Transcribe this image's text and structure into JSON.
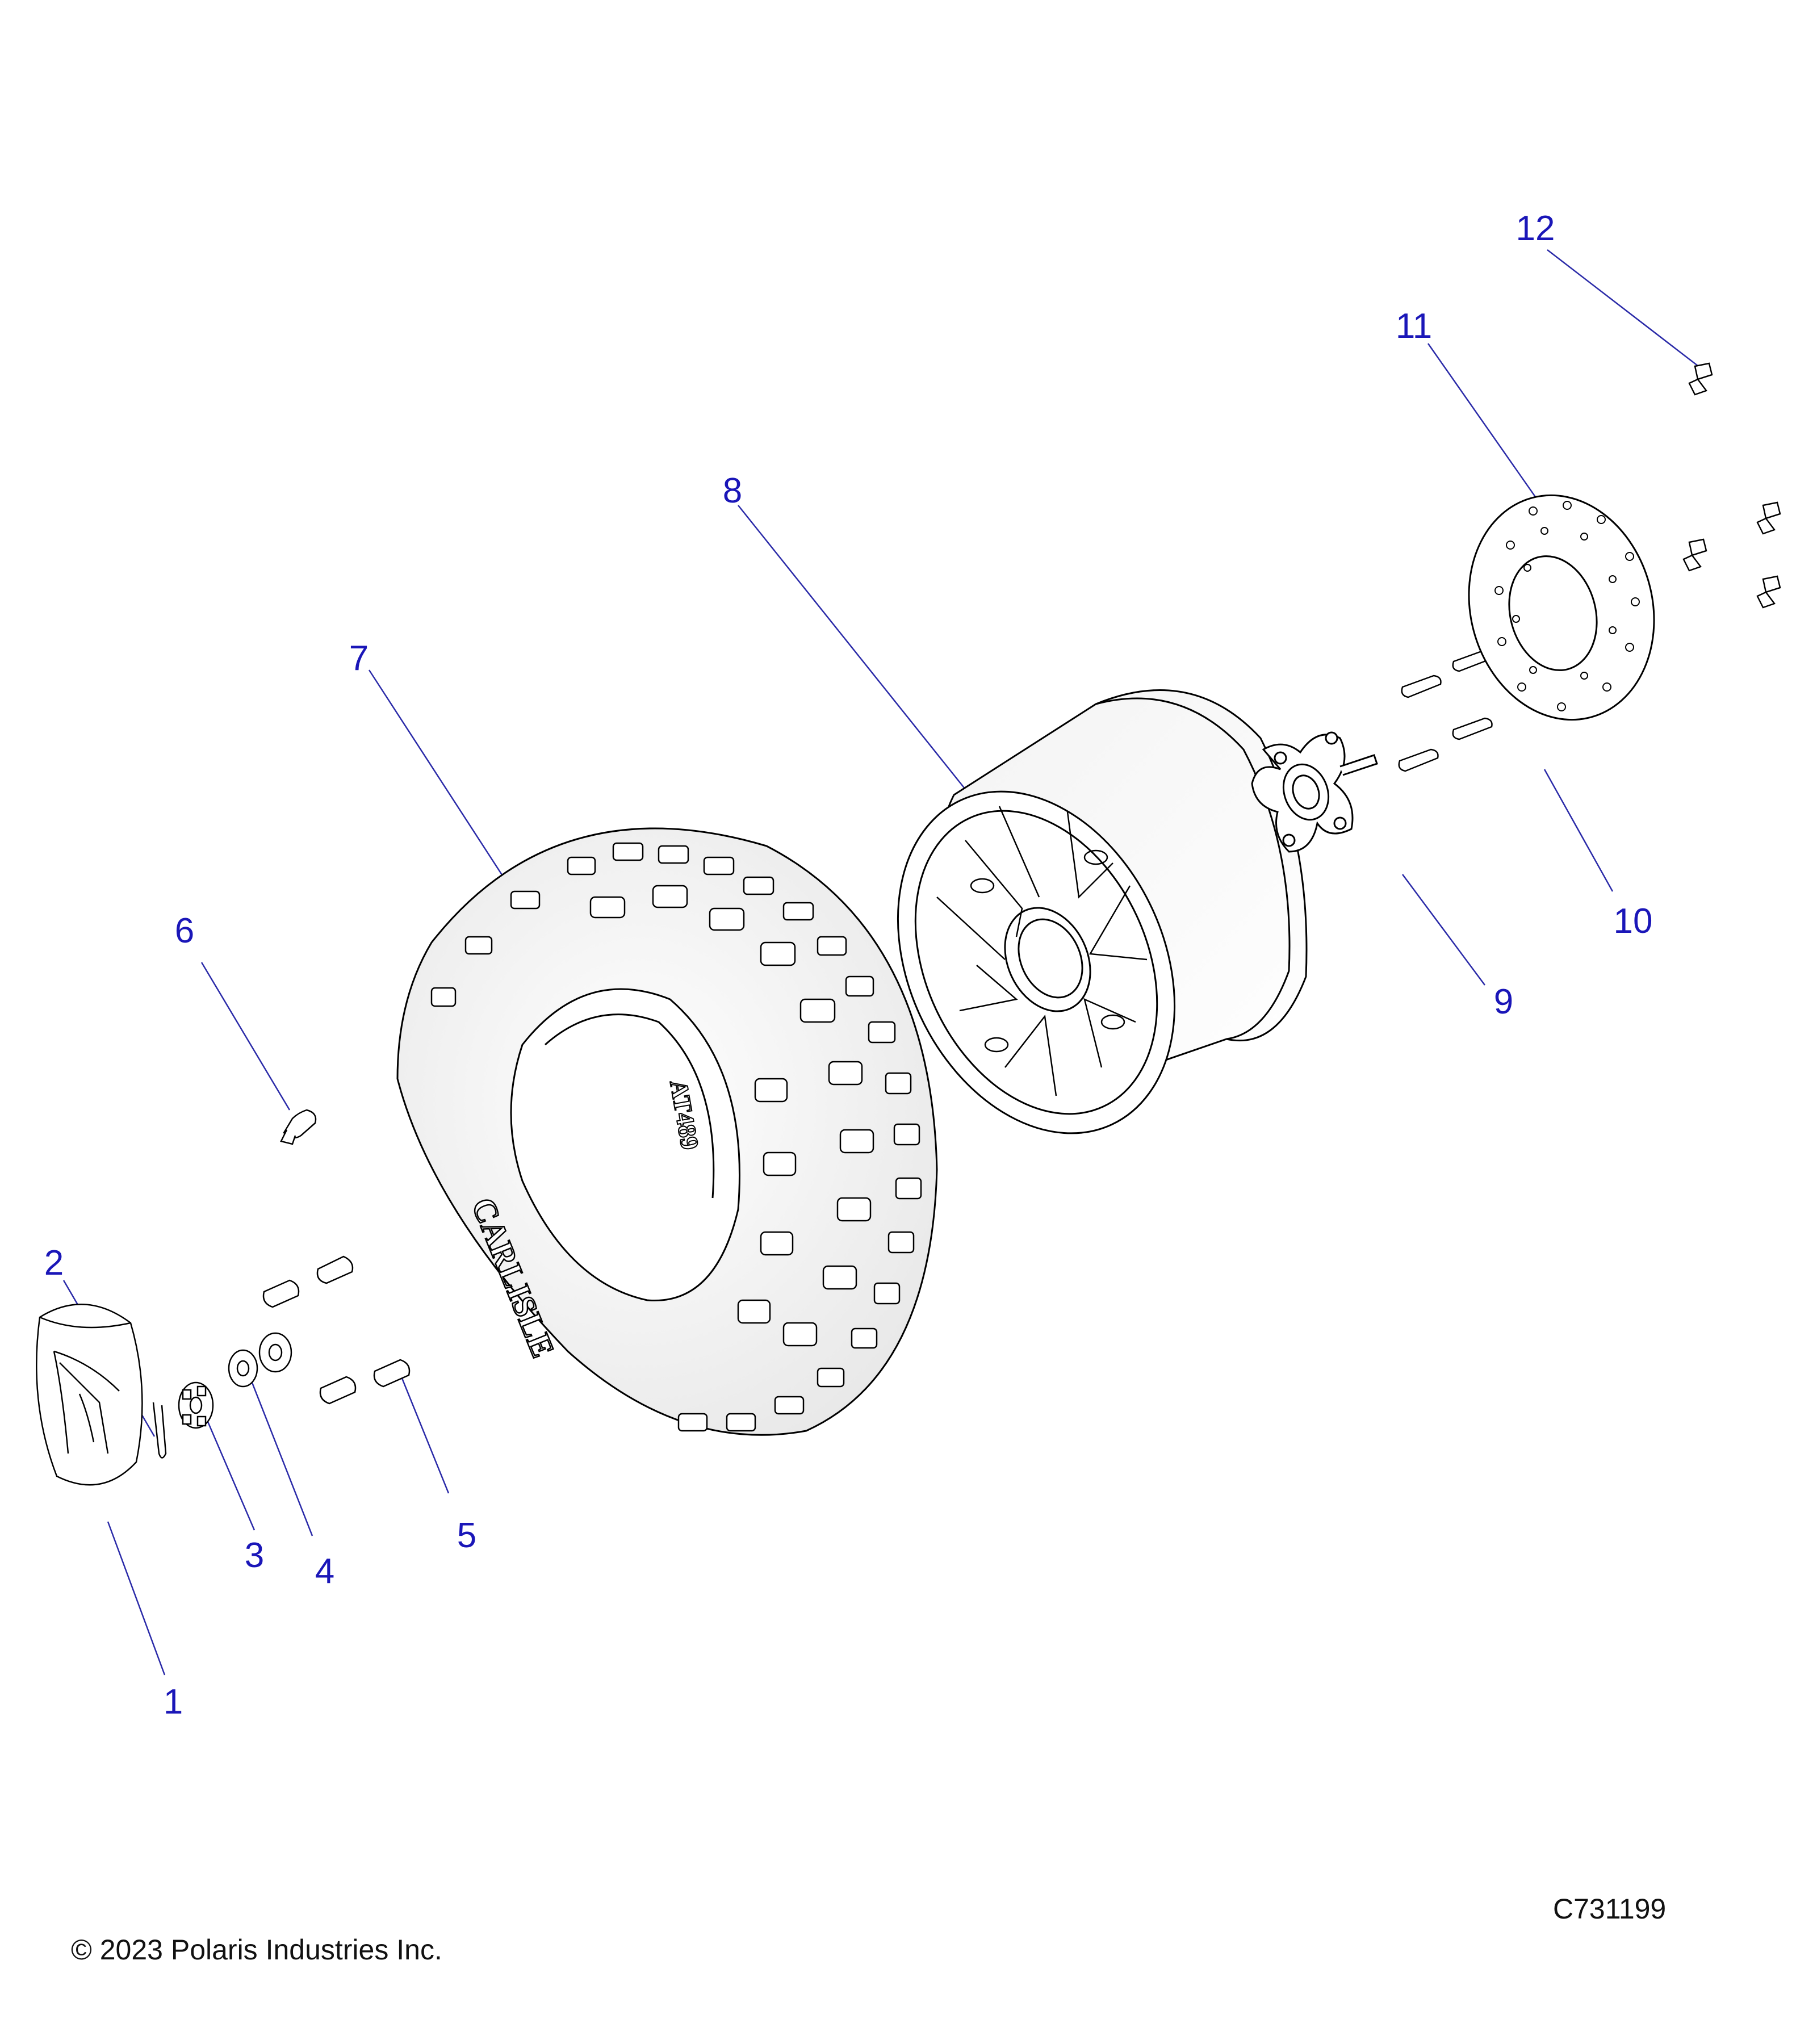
{
  "callouts": [
    "1",
    "2",
    "3",
    "4",
    "5",
    "6",
    "7",
    "8",
    "9",
    "10",
    "11",
    "12"
  ],
  "tire_sidewall": {
    "brand": "CARLISLE",
    "model": "AT489"
  },
  "copyright": "© 2023 Polaris Industries Inc.",
  "drawing_number": "C731199",
  "colors": {
    "callout": "#1a16b8",
    "line": "#000000",
    "part_fill": "#ffffff"
  }
}
